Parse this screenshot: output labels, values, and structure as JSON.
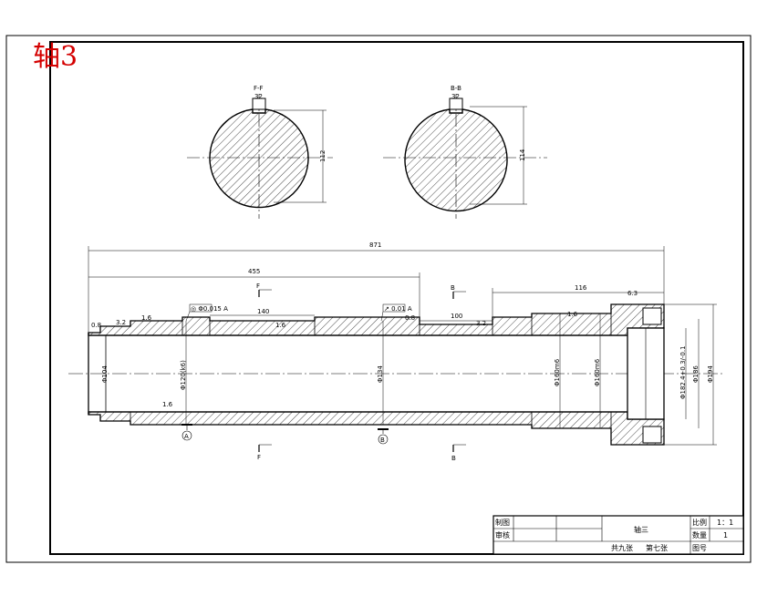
{
  "sheet_title": "轴3",
  "section_ff": {
    "label": "F-F",
    "key_width": "32",
    "diameter": "112"
  },
  "section_bb": {
    "label": "B-B",
    "key_width": "32",
    "diameter": "114"
  },
  "dimensions": {
    "overall_length": "871",
    "length_455": "455",
    "length_116": "116",
    "length_140": "140",
    "length_100": "100",
    "dia_left_bore": "Φ104",
    "dia_bearing": "Φ120(k6)",
    "dia_middle": "Φ134",
    "dia_gear": "Φ160m6",
    "dia_gear2": "Φ160m6",
    "dia_flange_bore": "Φ182.4+0.3/-0.1",
    "dia_flange_hole": "Φ186",
    "dia_flange_outer": "Φ194"
  },
  "surface_marks": {
    "ra_08": "0.8",
    "ra_32": "3.2",
    "ra_16": "1.6",
    "ra_63": "6.3"
  },
  "section_markers": {
    "f": "F",
    "b": "B"
  },
  "datums": {
    "a": "A",
    "b": "B"
  },
  "tolerance_frames": {
    "t1": "◎ Φ0.015 A",
    "t2": "↗ 0.01 A"
  },
  "title_block": {
    "drawn": "制图",
    "checked": "审核",
    "part_name": "轴三",
    "scale_label": "比例",
    "scale_value": "1：1",
    "qty_label": "数量",
    "qty_value": "1",
    "sheet_label": "图号",
    "sheets_total": "共九张",
    "sheet_no": "第七张"
  }
}
